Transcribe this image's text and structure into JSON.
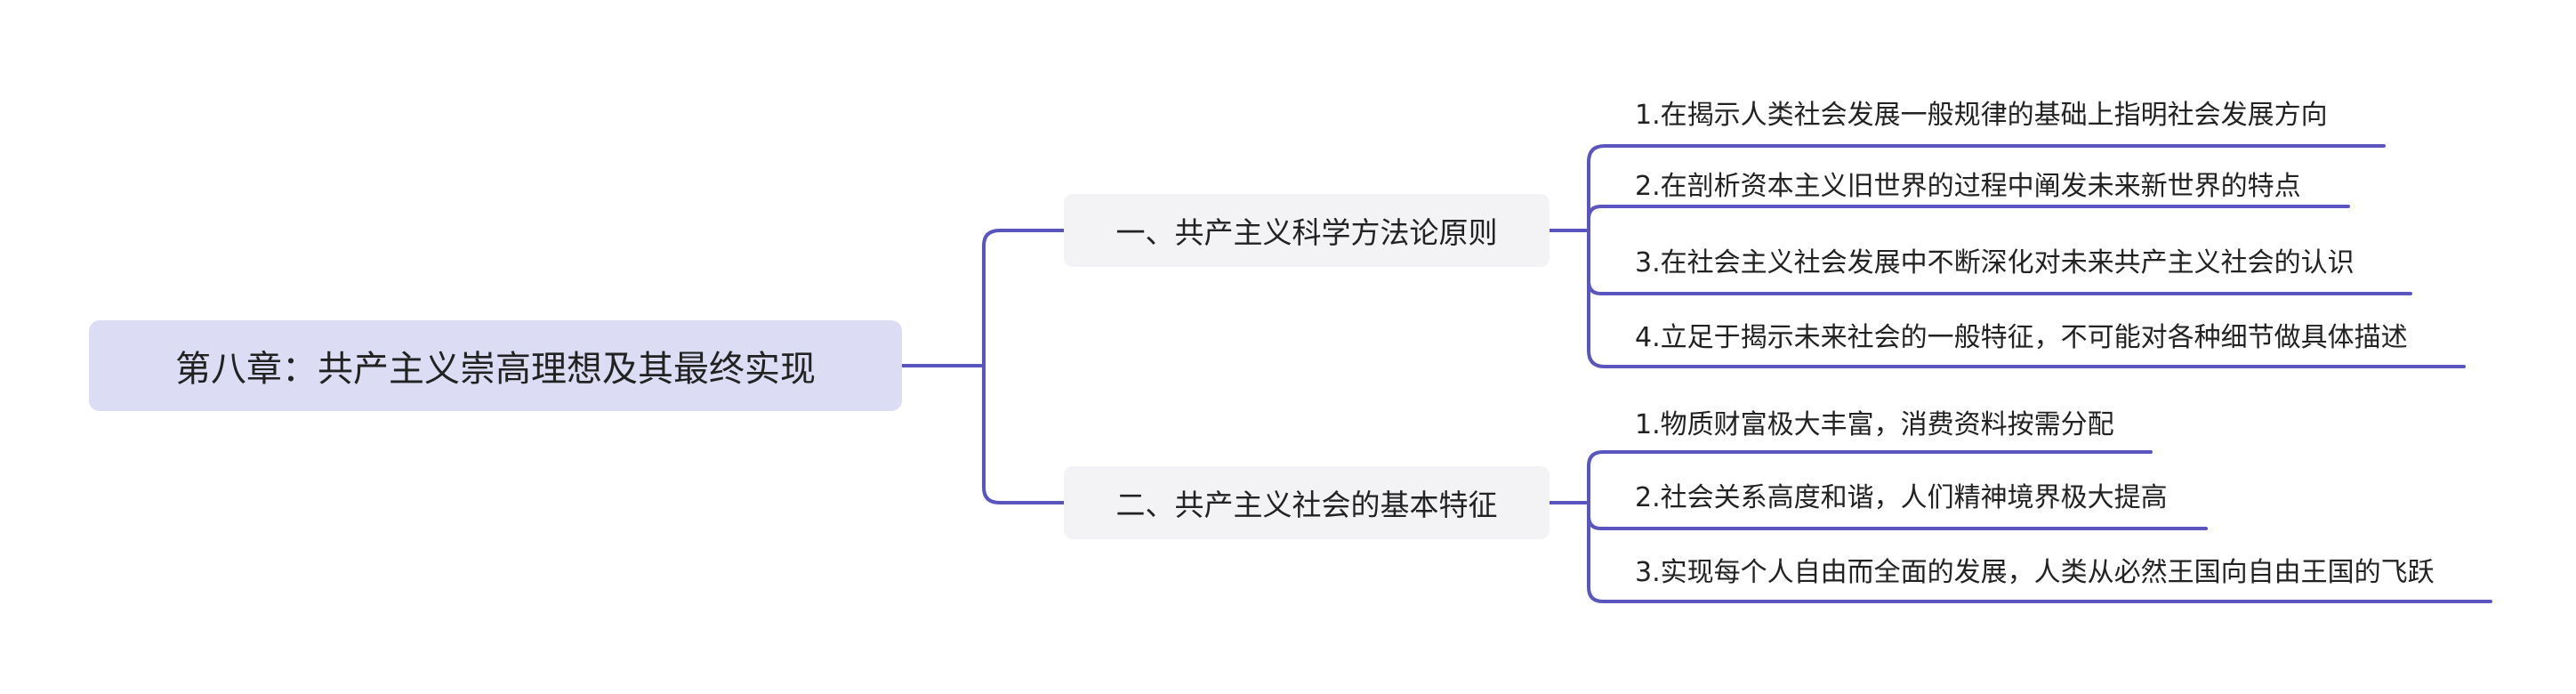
{
  "colors": {
    "connector": "#5b55bf",
    "root_fill": "#dcdcf5",
    "branch_fill": "#f3f3f5",
    "text": "#222222"
  },
  "root": {
    "label": "第八章：共产主义崇高理想及其最终实现"
  },
  "branches": [
    {
      "label": "一、共产主义科学方法论原则",
      "children": [
        "1.在揭示人类社会发展一般规律的基础上指明社会发展方向",
        "2.在剖析资本主义旧世界的过程中阐发未来新世界的特点",
        "3.在社会主义社会发展中不断深化对未来共产主义社会的认识",
        "4.立足于揭示未来社会的一般特征，不可能对各种细节做具体描述"
      ]
    },
    {
      "label": "二、共产主义社会的基本特征",
      "children": [
        "1.物质财富极大丰富，消费资料按需分配",
        "2.社会关系高度和谐，人们精神境界极大提高",
        "3.实现每个人自由而全面的发展，人类从必然王国向自由王国的飞跃"
      ]
    }
  ]
}
